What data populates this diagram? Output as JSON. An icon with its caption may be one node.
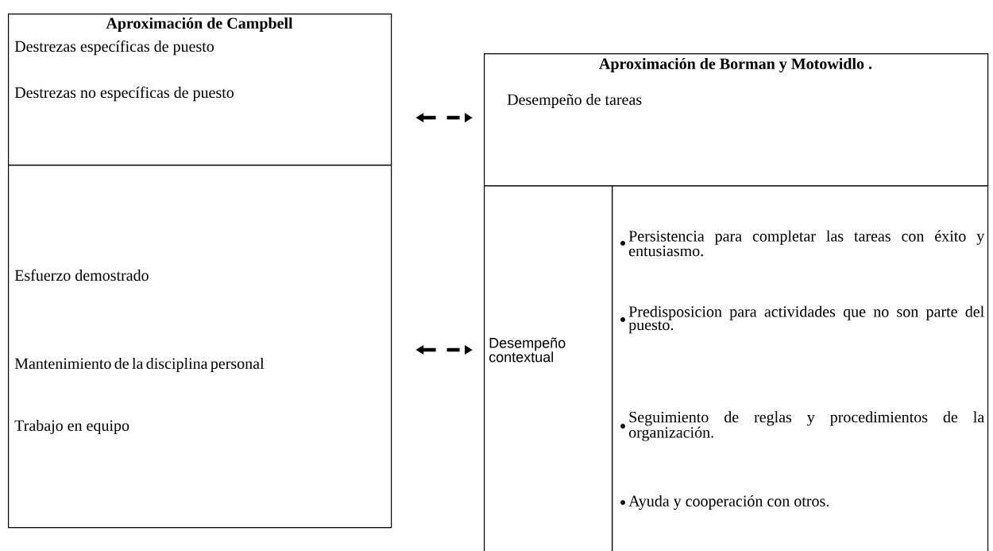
{
  "diagram": {
    "nodes": [
      {
        "text": [
          "Aproximación de Campbell",
          "Destrezas específicas de puesto",
          "Destrezas no específicas de puesto"
        ]
      },
      {
        "text": [
          "Esfuerzo demostrado",
          "Mantenimiento de la disciplina personal",
          "Trabajo en equipo"
        ]
      },
      {
        "text": [
          "Aproximación de Borman y Motowidlo .",
          "Desempeño de tareas"
        ]
      },
      {
        "text": [
          "Desempeño contextual"
        ]
      },
      {
        "text": [
          "Persistencia para completar las tareas con éxito y entusiasmo.",
          "Predisposicion para actividades que no son parte del puesto.",
          "Seguimiento de reglas y procedimientos de la organización.",
          "Ayuda y cooperación con otros."
        ]
      }
    ],
    "edges": [
      {
        "from": 0,
        "to": 2,
        "arrow": "both",
        "style": "dashed"
      },
      {
        "from": 1,
        "to": 3,
        "arrow": "both",
        "style": "dashed"
      }
    ]
  }
}
